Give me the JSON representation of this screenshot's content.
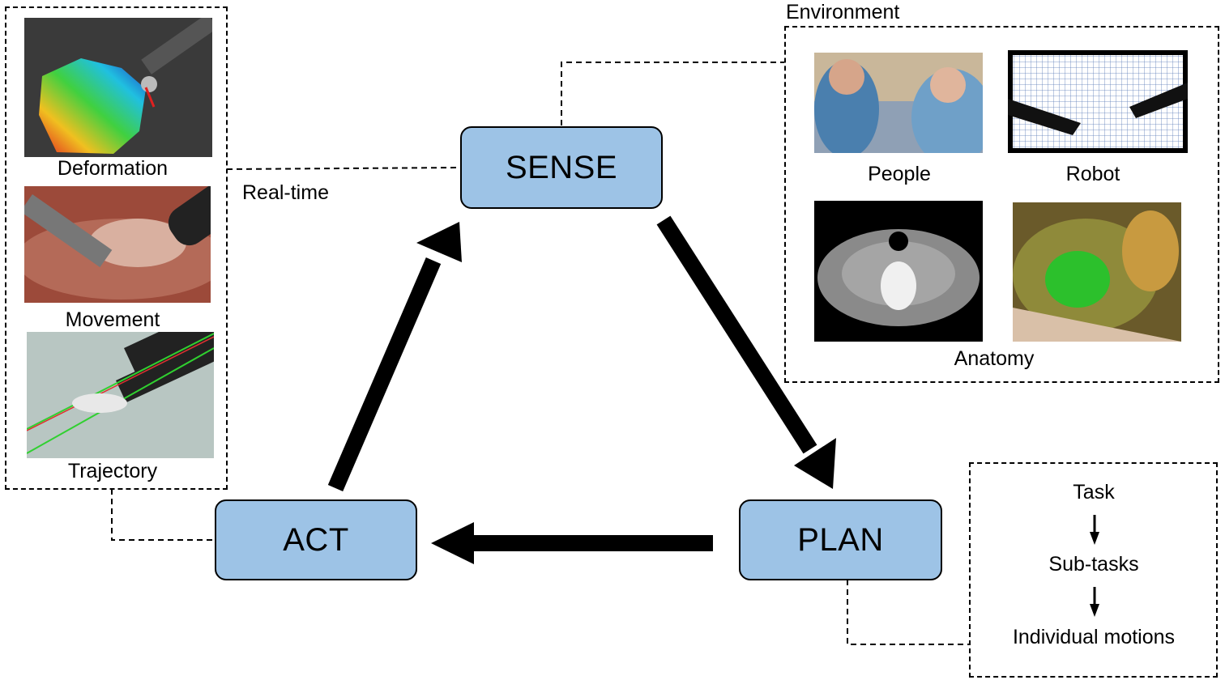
{
  "nodes": {
    "sense": "SENSE",
    "plan": "PLAN",
    "act": "ACT"
  },
  "realtime": {
    "label": "Real-time",
    "items": [
      {
        "label": "Deformation",
        "icon": "deformation-image"
      },
      {
        "label": "Movement",
        "icon": "movement-image"
      },
      {
        "label": "Trajectory",
        "icon": "trajectory-image"
      }
    ]
  },
  "environment": {
    "title": "Environment",
    "items": [
      {
        "label": "People",
        "icon": "people-image"
      },
      {
        "label": "Robot",
        "icon": "robot-image"
      },
      {
        "label": "Anatomy",
        "icon": "anatomy-image"
      }
    ]
  },
  "hierarchy": {
    "items": [
      "Task",
      "Sub-tasks",
      "Individual motions"
    ]
  },
  "colors": {
    "node_fill": "#9dc3e6",
    "stroke": "#000000"
  }
}
